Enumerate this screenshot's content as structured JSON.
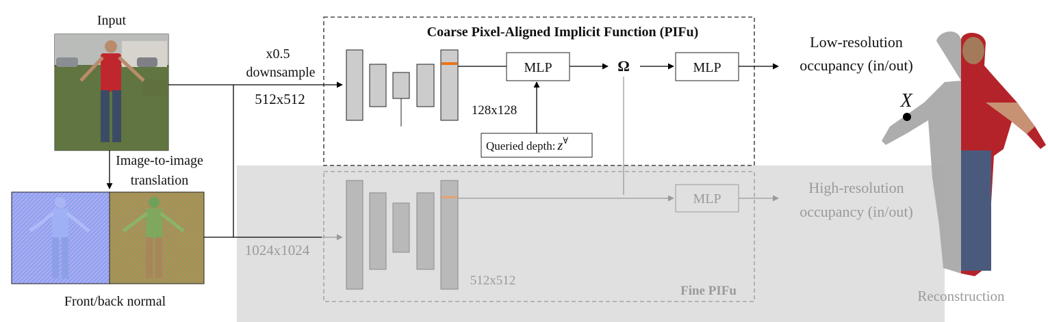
{
  "input": {
    "title": "Input"
  },
  "labels": {
    "image_to_image_line1": "Image-to-image",
    "image_to_image_line2": "translation",
    "front_back_normal": "Front/back normal",
    "downsample_factor": "x0.5",
    "downsample": "downsample",
    "coarse_resolution": "512x512",
    "fine_resolution": "1024x1024",
    "reconstruction": "Reconstruction",
    "point_label": "X"
  },
  "coarse": {
    "title": "Coarse Pixel-Aligned Implicit Function (PIFu)",
    "feature_resolution": "128x128",
    "mlp1": "MLP",
    "omega": "Ω",
    "mlp2": "MLP",
    "depth_query_label": "Queried depth:",
    "depth_symbol": "z",
    "depth_superscript": "∀",
    "output_line1": "Low-resolution",
    "output_line2": "occupancy (in/out)"
  },
  "fine": {
    "title": "Fine PIFu",
    "feature_resolution": "512x512",
    "mlp": "MLP",
    "output_line1": "High-resolution",
    "output_line2": "occupancy (in/out)"
  },
  "colors": {
    "fine_background": "#e0e0e0",
    "block_fill": "#cccccc",
    "fine_block_fill": "#b9b9b9",
    "feature_highlight": "#e8751a",
    "fine_text": "#9a9a9a"
  }
}
